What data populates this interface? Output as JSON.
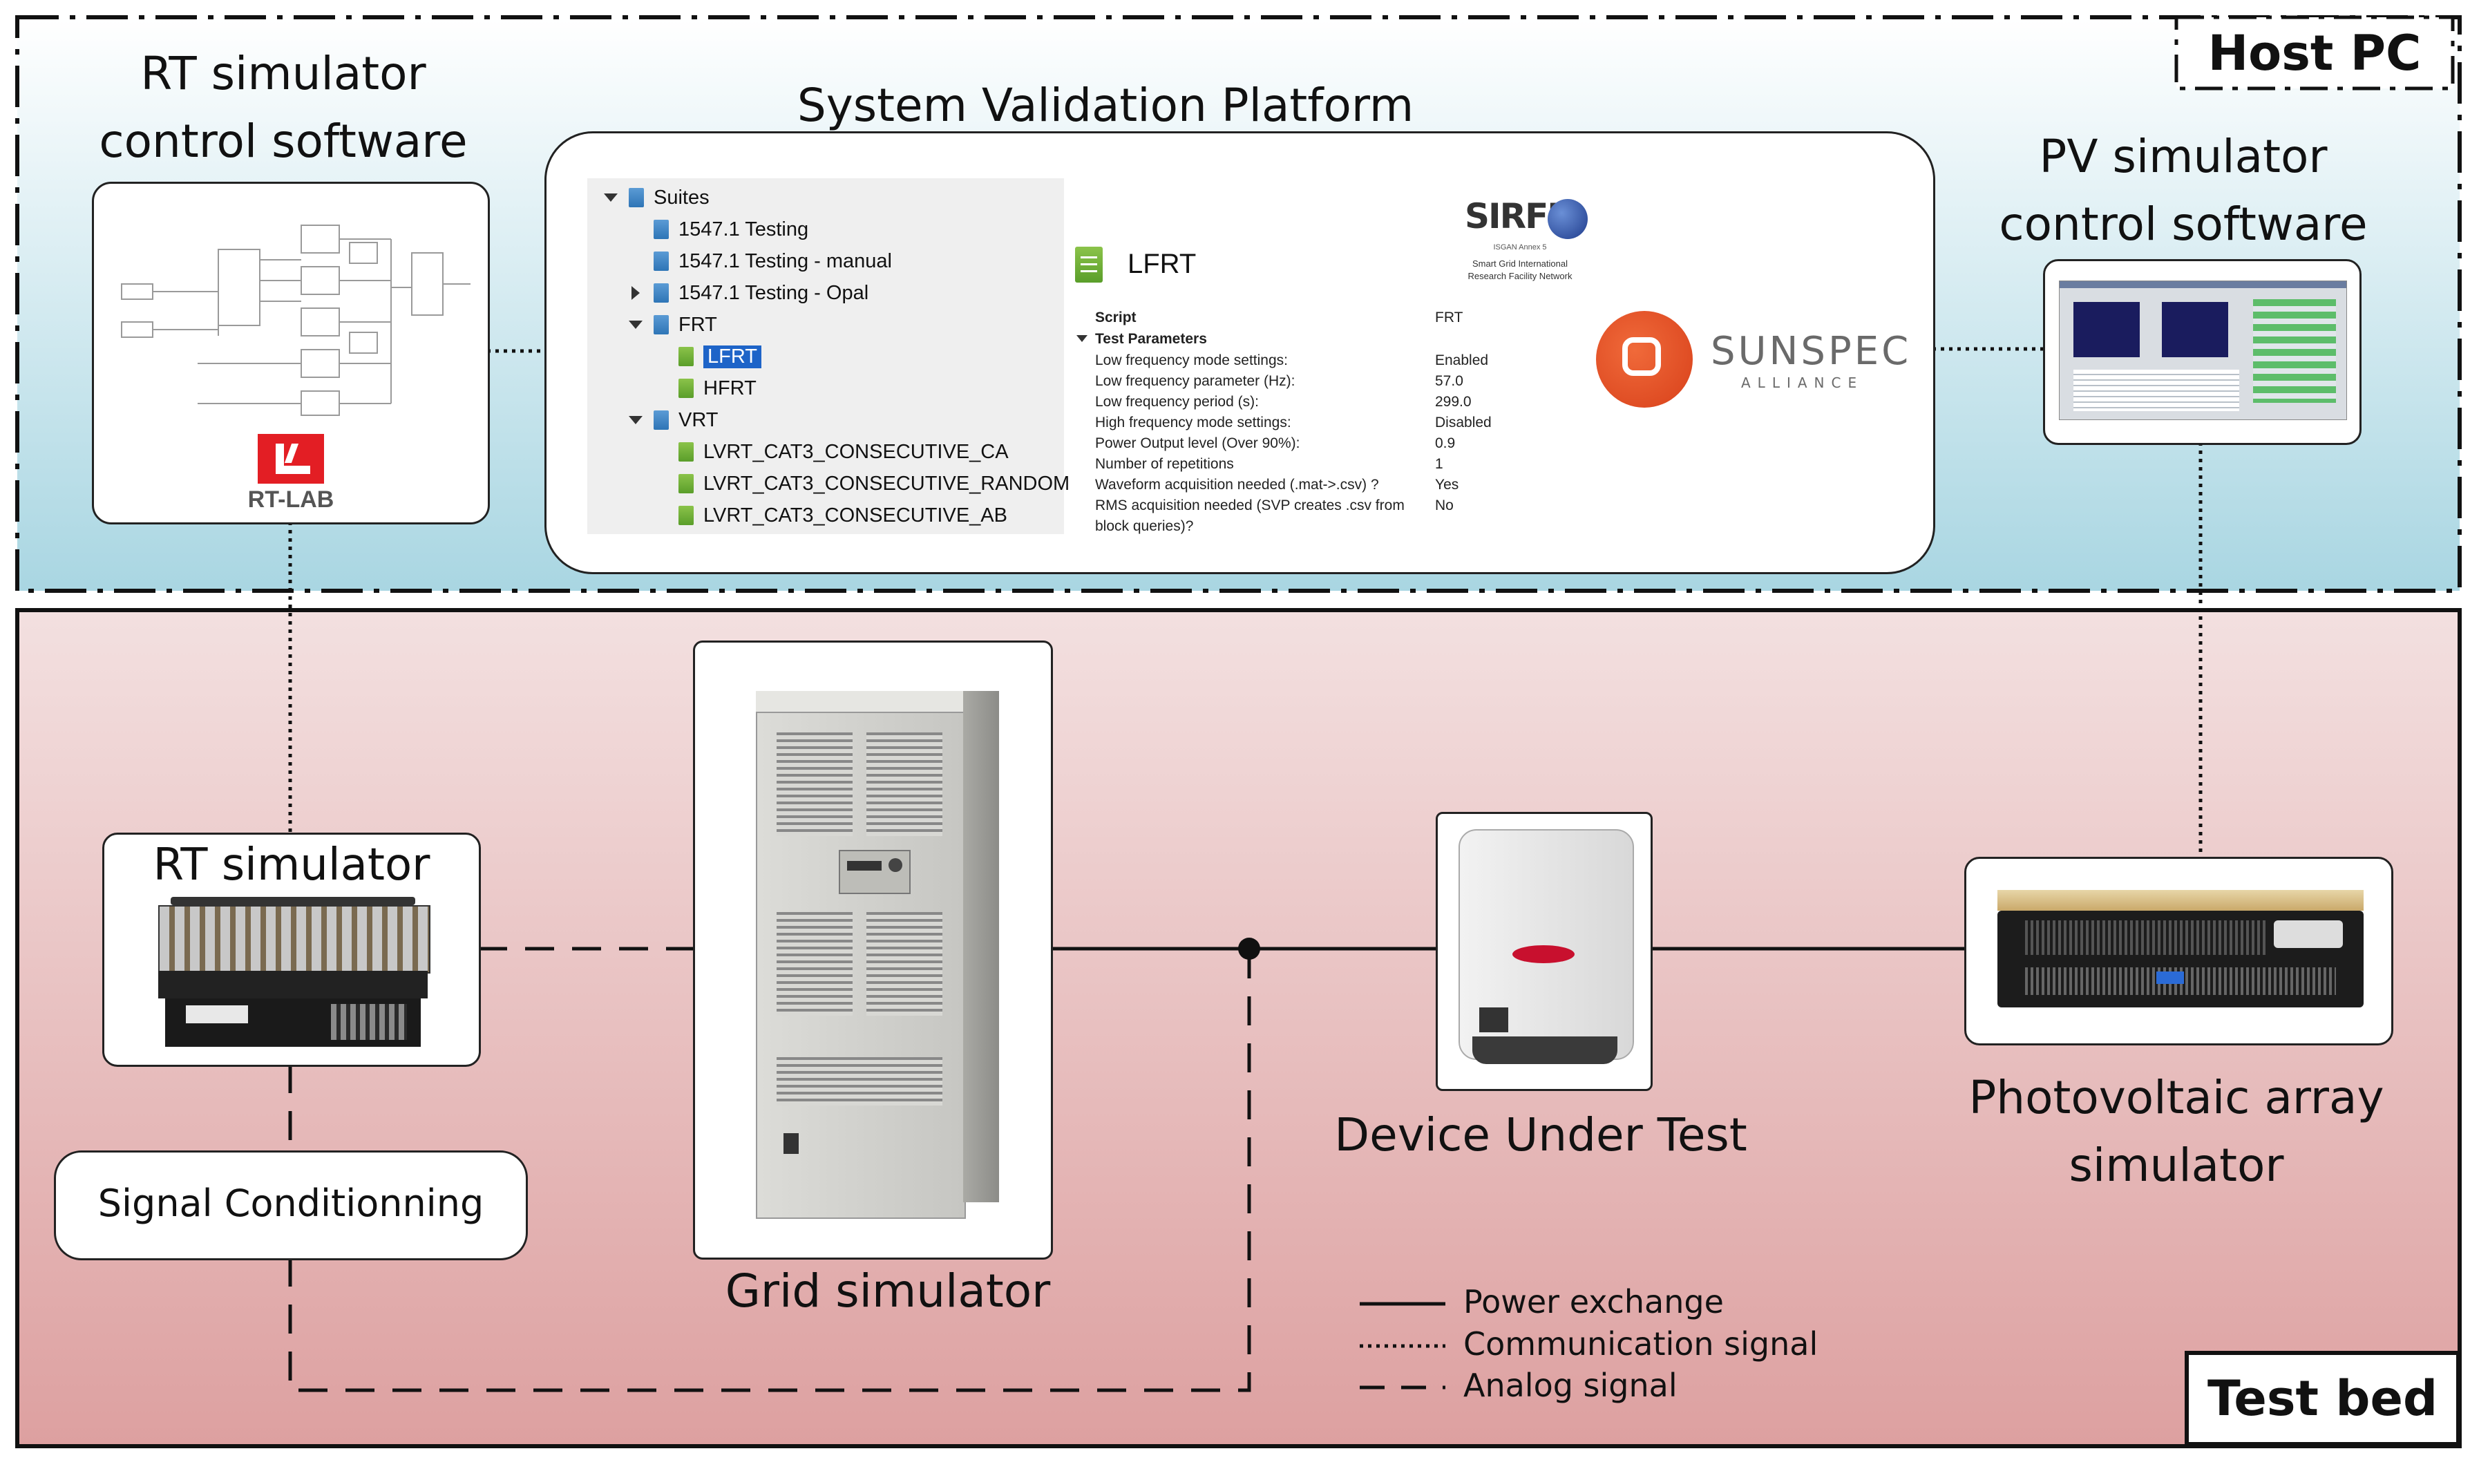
{
  "zones": {
    "host_pc_label": "Host PC",
    "test_bed_label": "Test bed"
  },
  "titles": {
    "rt_control_line1": "RT simulator",
    "rt_control_line2": "control software",
    "svp": "System Validation Platform",
    "pv_control_line1": "PV simulator",
    "pv_control_line2": "control software",
    "rt_simulator": "RT simulator",
    "signal_conditioning": "Signal Conditionning",
    "grid_simulator": "Grid simulator",
    "dut": "Device Under Test",
    "pv_array_line1": "Photovoltaic array",
    "pv_array_line2": "simulator"
  },
  "rtlab_logo_text": "RT-LAB",
  "svp_tree": [
    {
      "label": "Suites",
      "level": 0,
      "toggle": "down",
      "icon": "blue",
      "selected": false
    },
    {
      "label": "1547.1 Testing",
      "level": 1,
      "toggle": "none",
      "icon": "blue",
      "selected": false
    },
    {
      "label": "1547.1 Testing - manual",
      "level": 1,
      "toggle": "none",
      "icon": "blue",
      "selected": false
    },
    {
      "label": "1547.1 Testing - Opal",
      "level": 1,
      "toggle": "right",
      "icon": "blue",
      "selected": false
    },
    {
      "label": "FRT",
      "level": 1,
      "toggle": "down",
      "icon": "blue",
      "selected": false
    },
    {
      "label": "LFRT",
      "level": 2,
      "toggle": "none",
      "icon": "green",
      "selected": true
    },
    {
      "label": "HFRT",
      "level": 2,
      "toggle": "none",
      "icon": "green",
      "selected": false
    },
    {
      "label": "VRT",
      "level": 1,
      "toggle": "down",
      "icon": "blue",
      "selected": false
    },
    {
      "label": "LVRT_CAT3_CONSECUTIVE_CA",
      "level": 2,
      "toggle": "none",
      "icon": "green",
      "selected": false
    },
    {
      "label": "LVRT_CAT3_CONSECUTIVE_RANDOM",
      "level": 2,
      "toggle": "none",
      "icon": "green",
      "selected": false
    },
    {
      "label": "LVRT_CAT3_CONSECUTIVE_AB",
      "level": 2,
      "toggle": "none",
      "icon": "green",
      "selected": false
    }
  ],
  "svp_detail": {
    "heading": "LFRT",
    "script_label": "Script",
    "script_value": "FRT",
    "params_heading": "Test Parameters",
    "params": [
      {
        "name": "Low frequency mode settings:",
        "value": "Enabled"
      },
      {
        "name": "Low frequency parameter (Hz):",
        "value": "57.0"
      },
      {
        "name": "Low frequency period (s):",
        "value": "299.0"
      },
      {
        "name": "High frequency mode settings:",
        "value": "Disabled"
      },
      {
        "name": "Power Output level (Over 90%):",
        "value": "0.9"
      },
      {
        "name": "Number of repetitions",
        "value": "1"
      },
      {
        "name": "Waveform acquisition needed (.mat->.csv)  ?",
        "value": "Yes"
      },
      {
        "name": "RMS acquisition needed (SVP creates .csv from",
        "value": "No"
      },
      {
        "name": "block queries)?",
        "value": ""
      }
    ]
  },
  "logos": {
    "sirfn_title": "SIRFN",
    "sirfn_sub1": "ISGAN Annex 5",
    "sirfn_sub2": "Smart Grid International",
    "sirfn_sub3": "Research Facility Network",
    "sunspec_main": "SUNSPEC",
    "sunspec_sub": "ALLIANCE"
  },
  "legend": [
    {
      "style": "solid",
      "label": "Power exchange"
    },
    {
      "style": "dotted",
      "label": "Communication signal"
    },
    {
      "style": "dashed",
      "label": "Analog signal"
    }
  ],
  "colors": {
    "host_pc_top": "#ffffff",
    "host_pc_bottom": "#a9d6e2",
    "test_bed_top": "#f2dcdc",
    "test_bed_bottom": "#dea0a0",
    "tree_selection": "#1e64c8",
    "rtlab_red": "#e31e24",
    "sunspec_orange": "#e8501e"
  }
}
